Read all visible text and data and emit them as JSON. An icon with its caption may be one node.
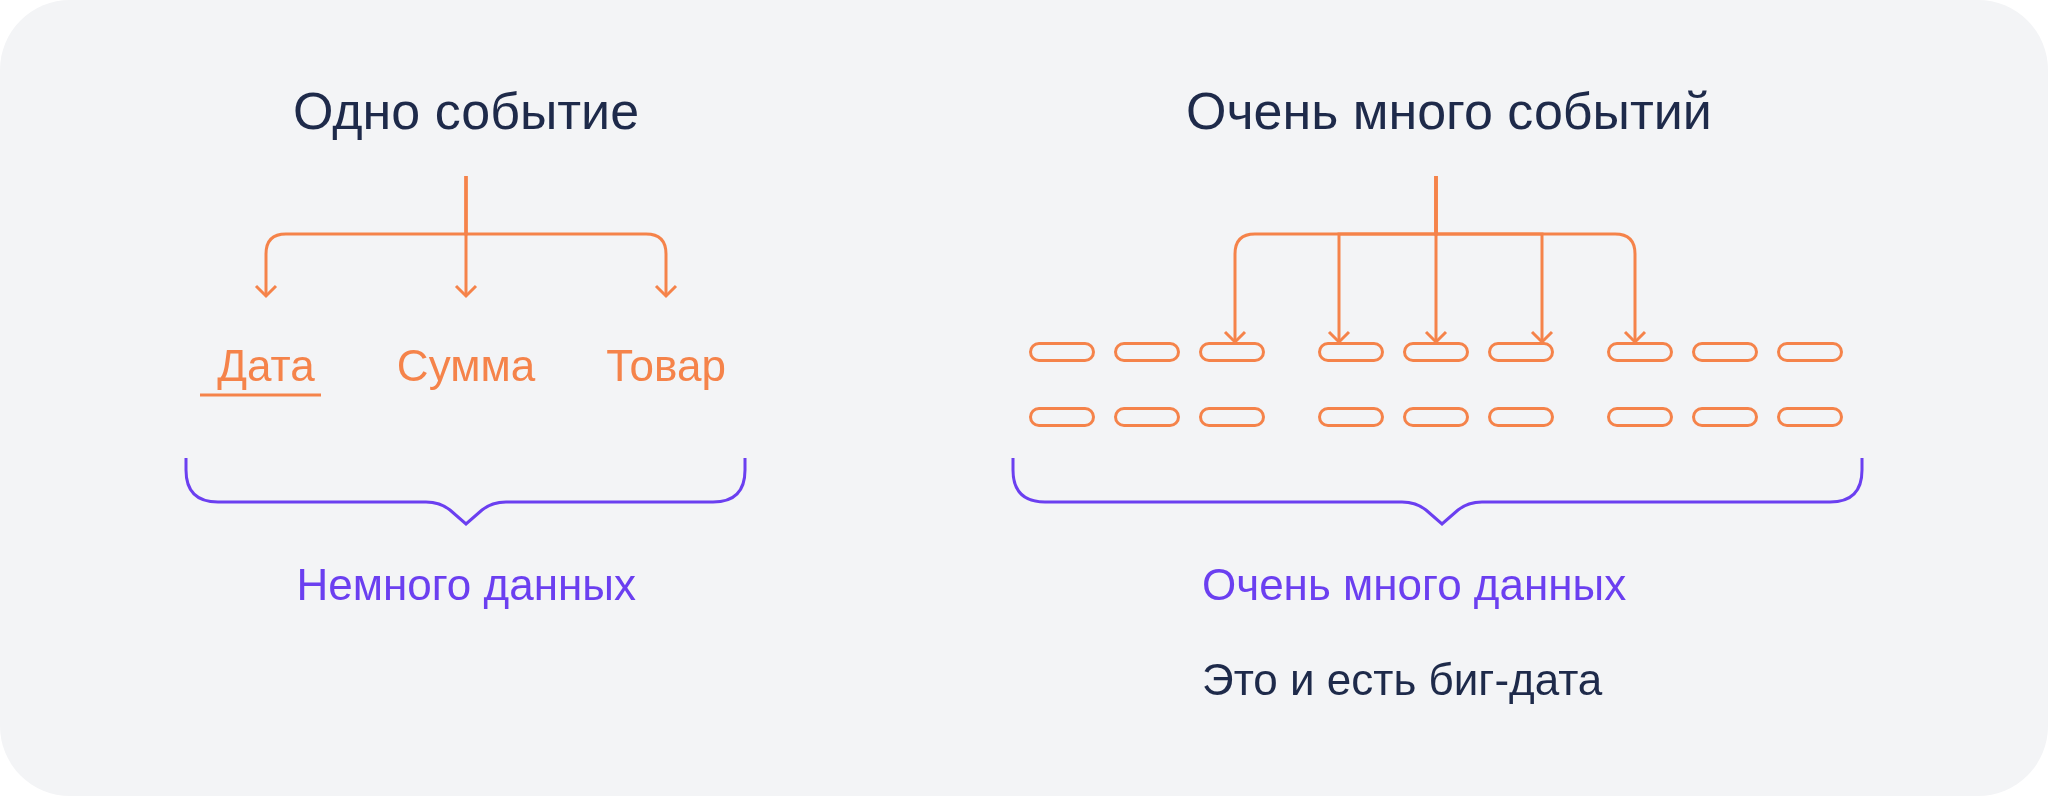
{
  "diagram": {
    "nodes": [
      {
        "text": [
          "Одно событие"
        ]
      },
      {
        "text": [
          "Дата"
        ]
      },
      {
        "text": [
          "Сумма"
        ]
      },
      {
        "text": [
          "Товар"
        ]
      },
      {
        "text": [
          "Очень много событий"
        ]
      },
      {
        "text": [],
        "shape": "box"
      },
      {
        "text": [],
        "shape": "box"
      },
      {
        "text": [],
        "shape": "box"
      },
      {
        "text": [],
        "shape": "box"
      },
      {
        "text": [],
        "shape": "box"
      },
      {
        "text": [],
        "shape": "box"
      },
      {
        "text": [],
        "shape": "box"
      },
      {
        "text": [],
        "shape": "box"
      },
      {
        "text": [],
        "shape": "box"
      },
      {
        "text": [],
        "shape": "box"
      },
      {
        "text": [],
        "shape": "box"
      },
      {
        "text": [],
        "shape": "box"
      },
      {
        "text": [],
        "shape": "box"
      },
      {
        "text": [],
        "shape": "box"
      },
      {
        "text": [],
        "shape": "box"
      },
      {
        "text": [],
        "shape": "box"
      },
      {
        "text": [],
        "shape": "box"
      },
      {
        "text": [],
        "shape": "box"
      }
    ],
    "edges": [
      {
        "from": 0,
        "to": 1,
        "arrow": "to"
      },
      {
        "from": 0,
        "to": 2,
        "arrow": "to"
      },
      {
        "from": 0,
        "to": 3,
        "arrow": "to"
      },
      {
        "from": 4,
        "to": 7,
        "arrow": "to"
      },
      {
        "from": 4,
        "to": 8,
        "arrow": "to"
      },
      {
        "from": 4,
        "to": 9,
        "arrow": "to"
      },
      {
        "from": 4,
        "to": 10,
        "arrow": "to"
      },
      {
        "from": 4,
        "to": 11,
        "arrow": "to"
      }
    ],
    "labels": [
      "Немного данных",
      "Очень много данных",
      "Это и есть биг-дата"
    ]
  }
}
